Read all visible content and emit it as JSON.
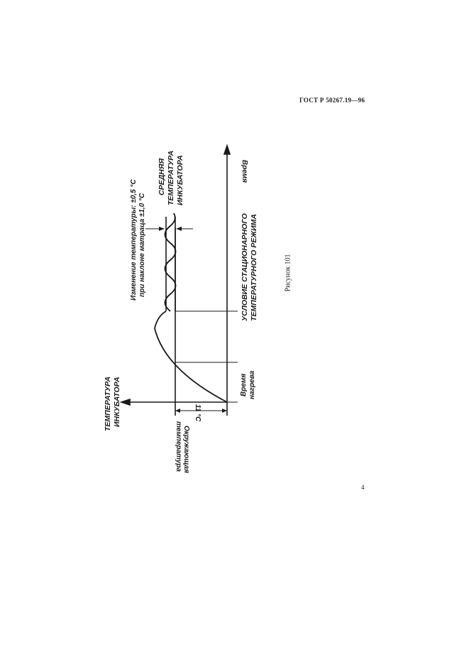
{
  "header": {
    "standard": "ГОСТ Р 50267.19—96"
  },
  "figure": {
    "caption": "Рисунок 101",
    "labels": {
      "time_axis": "Время",
      "temp_axis_line1": "ТЕМПЕРАТУРА",
      "temp_axis_line2": "ИНКУБАТОРА",
      "avg_line1": "СРЕДНЯЯ",
      "avg_line2": "ТЕМПЕРАТУРА",
      "avg_line3": "ИНКУБАТОРА",
      "variation_line1": "Изменение температуры: ±0,5 °С",
      "variation_line2": "при наклоне матраца      ±1,0 °С",
      "steady_line1": "УСЛОВИЕ СТАЦИОНАРНОГО",
      "steady_line2": "ТЕМПЕРАТУРНОГО РЕЖИМА",
      "warmup_line1": "Время",
      "warmup_line2": "нагрева",
      "ambient_line1": "Окружающая",
      "ambient_line2": "температура",
      "delta": "11 °С"
    }
  },
  "footer": {
    "page_number": "4"
  }
}
